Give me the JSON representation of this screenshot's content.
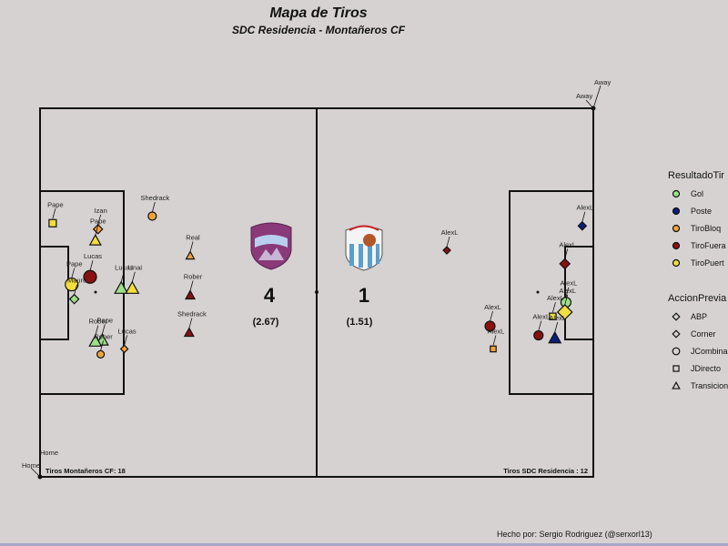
{
  "chart_data": {
    "type": "scatter",
    "title": "Mapa de Tiros",
    "subtitle": "SDC Residencia - Montañeros CF",
    "pitch": {
      "length": 105,
      "width": 68
    },
    "corner_labels": {
      "home": "Home",
      "away": "Away"
    },
    "teams": {
      "left": {
        "name": "Montañeros CF",
        "score": "4",
        "xg": "(2.67)",
        "shots_label": "Tiros Montañeros CF: 18"
      },
      "right": {
        "name": "SDC Residencia",
        "score": "1",
        "xg": "(1.51)",
        "shots_label": "Tiros SDC Residencia : 12"
      }
    },
    "legend_result": {
      "title": "ResultadoTir",
      "items": [
        {
          "label": "Gol",
          "color": "#9de08a"
        },
        {
          "label": "Poste",
          "color": "#0a1f7a"
        },
        {
          "label": "TiroBloq",
          "color": "#f2a23c"
        },
        {
          "label": "TiroFuera",
          "color": "#8b1010"
        },
        {
          "label": "TiroPuert",
          "color": "#f2de3c"
        }
      ]
    },
    "legend_action": {
      "title": "AccionPrevia",
      "items": [
        {
          "label": "ABP",
          "shape": "diamond"
        },
        {
          "label": "Corner",
          "shape": "diamond"
        },
        {
          "label": "JCombina",
          "shape": "circle"
        },
        {
          "label": "JDirecto",
          "shape": "square"
        },
        {
          "label": "Transicion",
          "shape": "triangle"
        }
      ]
    },
    "shots": [
      {
        "player": "Pape",
        "x": 2.4,
        "y": 21.2,
        "result": "TiroPuert",
        "action": "JDirecto",
        "size": 1.0
      },
      {
        "player": "Izan",
        "x": 11.0,
        "y": 22.3,
        "result": "TiroBloq",
        "action": "ABP",
        "size": 1.0
      },
      {
        "player": "Pape",
        "x": 10.5,
        "y": 24.4,
        "result": "TiroPuert",
        "action": "Transicion",
        "size": 1.2
      },
      {
        "player": "Shedrack",
        "x": 21.3,
        "y": 19.9,
        "result": "TiroBloq",
        "action": "JCombina",
        "size": 0.9
      },
      {
        "player": "Real",
        "x": 28.5,
        "y": 27.2,
        "result": "TiroBloq",
        "action": "Transicion",
        "size": 0.9
      },
      {
        "player": "Lucas",
        "x": 9.5,
        "y": 31.1,
        "result": "TiroFuera",
        "action": "JCombina",
        "size": 1.4
      },
      {
        "player": "Pape",
        "x": 6.0,
        "y": 32.5,
        "result": "TiroPuert",
        "action": "JCombina",
        "size": 1.4
      },
      {
        "player": "Lucas",
        "x": 15.4,
        "y": 33.2,
        "result": "Gol",
        "action": "Transicion",
        "size": 1.4
      },
      {
        "player": "Unai",
        "x": 17.5,
        "y": 33.2,
        "result": "TiroPuert",
        "action": "Transicion",
        "size": 1.4
      },
      {
        "player": "Mauro",
        "x": 6.5,
        "y": 35.2,
        "result": "Gol",
        "action": "ABP",
        "size": 1.0
      },
      {
        "player": "Rober",
        "x": 28.5,
        "y": 34.5,
        "result": "TiroFuera",
        "action": "Transicion",
        "size": 1.0
      },
      {
        "player": "Shedrack",
        "x": 28.3,
        "y": 41.4,
        "result": "TiroFuera",
        "action": "Transicion",
        "size": 1.0
      },
      {
        "player": "Pape",
        "x": 11.8,
        "y": 42.8,
        "result": "Gol",
        "action": "Transicion",
        "size": 1.3
      },
      {
        "player": "Rober",
        "x": 10.5,
        "y": 43.0,
        "result": "Gol",
        "action": "Transicion",
        "size": 1.3
      },
      {
        "player": "Lucas",
        "x": 16.0,
        "y": 44.4,
        "result": "TiroBloq",
        "action": "ABP",
        "size": 0.8
      },
      {
        "player": "Rober",
        "x": 11.5,
        "y": 45.4,
        "result": "TiroBloq",
        "action": "JCombina",
        "size": 0.8
      },
      {
        "player": "AlexL",
        "x": 102.9,
        "y": 21.7,
        "result": "Poste",
        "action": "ABP",
        "size": 0.9
      },
      {
        "player": "AlexL",
        "x": 77.2,
        "y": 26.2,
        "result": "TiroFuera",
        "action": "ABP",
        "size": 0.8
      },
      {
        "player": "AlexL",
        "x": 99.6,
        "y": 28.7,
        "result": "TiroFuera",
        "action": "ABP",
        "size": 1.1
      },
      {
        "player": "AlexL",
        "x": 99.8,
        "y": 35.8,
        "result": "Gol",
        "action": "JCombina",
        "size": 1.1
      },
      {
        "player": "AlexL",
        "x": 99.6,
        "y": 37.6,
        "result": "TiroPuert",
        "action": "ABP",
        "size": 1.6
      },
      {
        "player": "AlexL",
        "x": 97.3,
        "y": 38.4,
        "result": "TiroPuert",
        "action": "JDirecto",
        "size": 0.9
      },
      {
        "player": "AlexL",
        "x": 85.4,
        "y": 40.2,
        "result": "TiroFuera",
        "action": "JCombina",
        "size": 1.1
      },
      {
        "player": "AlexL",
        "x": 94.6,
        "y": 41.9,
        "result": "TiroFuera",
        "action": "JCombina",
        "size": 1.0
      },
      {
        "player": "AlexL",
        "x": 97.7,
        "y": 42.4,
        "result": "Poste",
        "action": "Transicion",
        "size": 1.3
      },
      {
        "player": "AlexL",
        "x": 86.0,
        "y": 44.4,
        "result": "TiroBloq",
        "action": "JDirecto",
        "size": 0.8
      }
    ]
  },
  "credit": "Hecho por: Sergio Rodriguez (@serxorl13)"
}
